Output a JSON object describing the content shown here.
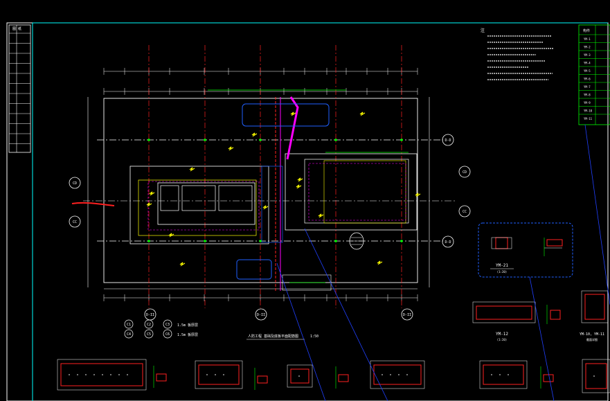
{
  "viewport": {
    "title": "CAD drawing canvas",
    "background": "#000000"
  },
  "title_block": {
    "header": "图 纸"
  },
  "axis_labels": {
    "col_a": "D-II",
    "col_b": "D-II",
    "col_c": "D-II",
    "row_top": "D-D",
    "row_bottom": "D-D",
    "left_top": "CD",
    "left_bottom": "CC",
    "right_top": "CD",
    "right_bottom": "CC"
  },
  "legend": {
    "items": [
      "C1",
      "C2",
      "C3",
      "C4",
      "C5",
      "C6"
    ],
    "note_a": "1.5m 板厚层",
    "note_b": "1.5m 板厚层"
  },
  "plan_caption": "人防工程 基础及底板平面配筋图",
  "plan_scale": "1:50",
  "detail_labels": {
    "ym21": "YM-21",
    "ym21_sub": "(1:20)",
    "ym12": "YM-12",
    "ym12_sub": "(1:20)",
    "ym10": "YM-10, YM-11",
    "ym10_sub": "截面详图"
  },
  "table_title": "构件",
  "table_rows": [
    "YM-1",
    "YM-2",
    "YM-3",
    "YM-4",
    "YM-5",
    "YM-6",
    "YM-7",
    "YM-8",
    "YM-9",
    "YM-10",
    "YM-11"
  ],
  "notes_title": "注",
  "colors": {
    "frame": "#00ffff",
    "yellow": "#ffff00",
    "green": "#00ff00",
    "magenta": "#ff00ff",
    "red": "#ff2020",
    "blue": "#2040ff",
    "white": "#ffffff"
  }
}
